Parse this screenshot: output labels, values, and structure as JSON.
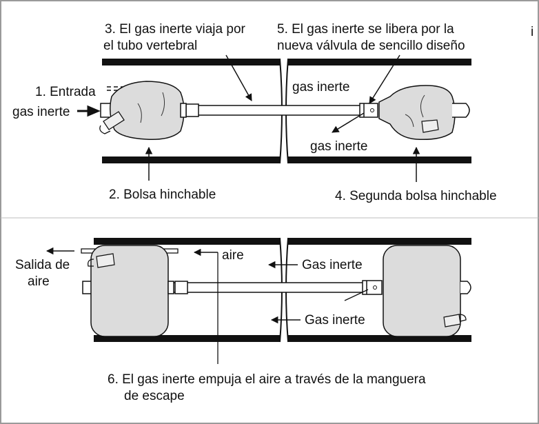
{
  "corner_glyph": "i",
  "top_panel": {
    "step1_line1": "1. Entrada",
    "step1_line2": "gas inerte",
    "step2": "2. Bolsa hinchable",
    "step3_line1": "3. El gas inerte viaja por",
    "step3_line2": "el tubo vertebral",
    "step4": "4. Segunda bolsa hinchable",
    "step5_line1": "5. El gas inerte se libera por la",
    "step5_line2": "nueva válvula de sencillo diseño",
    "gas_label_upper": "gas inerte",
    "gas_label_lower": "gas inerte"
  },
  "bottom_panel": {
    "air_outlet_line1": "Salida de",
    "air_outlet_line2": "aire",
    "air": "aire",
    "gas_upper": "Gas inerte",
    "gas_lower": "Gas inerte",
    "step6_line1": "6. El gas inerte empuja el aire a través de la manguera",
    "step6_line2": "de escape"
  },
  "colors": {
    "bag_fill": "#dcdcdc",
    "pipe_wall": "#111111",
    "border": "#9a9a9a"
  }
}
